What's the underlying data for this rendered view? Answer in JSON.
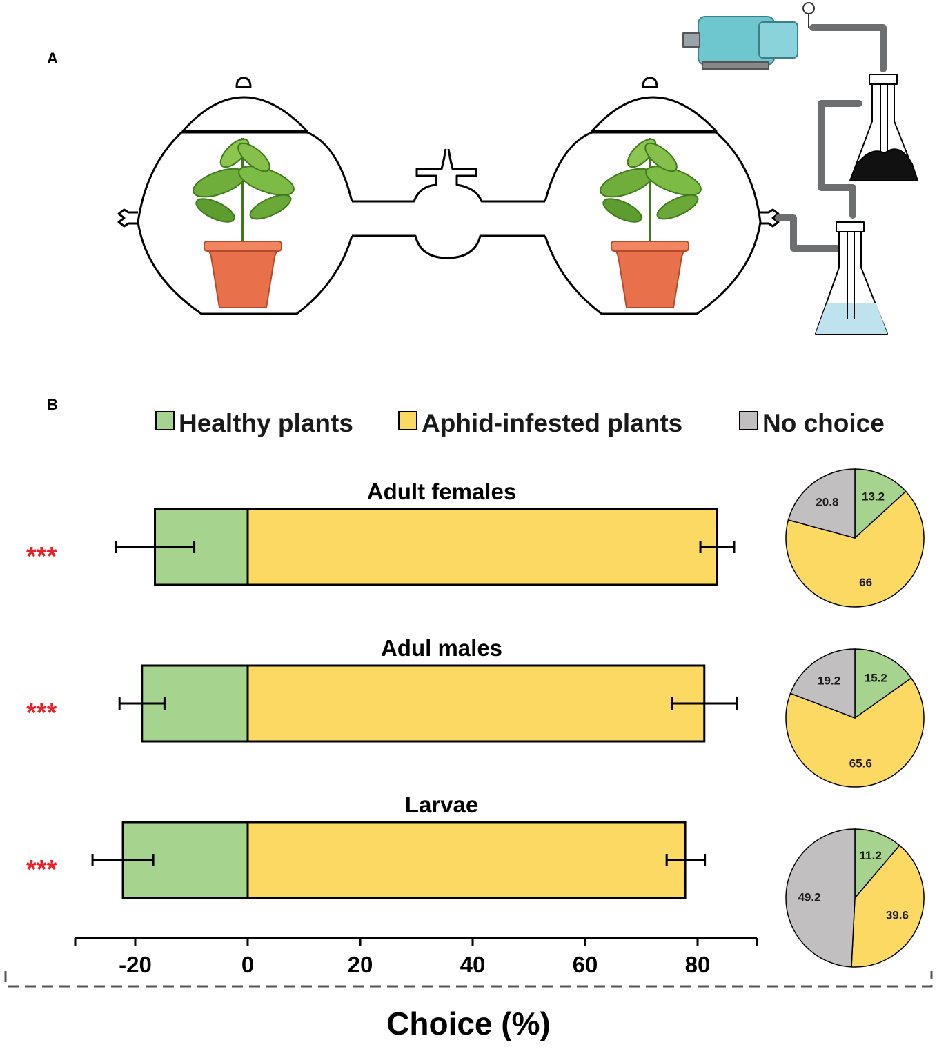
{
  "panels": {
    "a": "A",
    "b": "B"
  },
  "colors": {
    "healthy": "#a6d48f",
    "infested": "#fbd963",
    "nochoice": "#c1bfc0",
    "significance": "#e8202a",
    "outline": "#000000"
  },
  "legend": {
    "items": [
      {
        "label": "Healthy plants",
        "color": "#a6d48f"
      },
      {
        "label": "Aphid-infested plants",
        "color": "#fbd963"
      },
      {
        "label": "No choice",
        "color": "#c1bfc0"
      }
    ]
  },
  "chart_data": {
    "type": "bar",
    "orientation": "horizontal",
    "xlabel": "Choice (%)",
    "xlim": [
      -30,
      90
    ],
    "xticks": [
      -20,
      0,
      20,
      40,
      60,
      80
    ],
    "groups": [
      {
        "title": "Adult females",
        "significance": "***",
        "healthy": {
          "value": -16.5,
          "err_low": -23.5,
          "err_high": -9.5
        },
        "infested": {
          "value": 83.5,
          "err_low": 80.5,
          "err_high": 86.5
        },
        "pie": [
          {
            "name": "Healthy plants",
            "value": 13.2,
            "label": "13.2"
          },
          {
            "name": "Aphid-infested plants",
            "value": 66,
            "label": "66"
          },
          {
            "name": "No choice",
            "value": 20.8,
            "label": "20.8"
          }
        ]
      },
      {
        "title": "Adul males",
        "significance": "***",
        "healthy": {
          "value": -18.8,
          "err_low": -22.8,
          "err_high": -14.8
        },
        "infested": {
          "value": 81.2,
          "err_low": 75.5,
          "err_high": 87.0
        },
        "pie": [
          {
            "name": "Healthy plants",
            "value": 15.2,
            "label": "15.2"
          },
          {
            "name": "Aphid-infested plants",
            "value": 65.6,
            "label": "65.6"
          },
          {
            "name": "No choice",
            "value": 19.2,
            "label": "19.2"
          }
        ]
      },
      {
        "title": "Larvae",
        "significance": "***",
        "healthy": {
          "value": -22.2,
          "err_low": -27.6,
          "err_high": -16.8
        },
        "infested": {
          "value": 77.8,
          "err_low": 74.5,
          "err_high": 81.3
        },
        "pie": [
          {
            "name": "Healthy plants",
            "value": 11.2,
            "label": "11.2"
          },
          {
            "name": "Aphid-infested plants",
            "value": 39.6,
            "label": "39.6"
          },
          {
            "name": "No choice",
            "value": 49.2,
            "label": "49.2"
          }
        ]
      }
    ]
  }
}
